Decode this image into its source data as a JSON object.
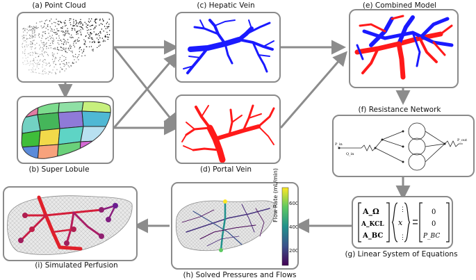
{
  "captions": {
    "a": "(a) Point Cloud",
    "b": "(b) Super Lobule",
    "c": "(c) Hepatic Vein",
    "d": "(d) Portal Vein",
    "e": "(e) Combined Model",
    "f": "(f) Resistance Network",
    "g": "(g) Linear System of Equations",
    "h": "(h) Solved Pressures and Flows",
    "i": "(i) Simulated Perfusion"
  },
  "colorbar": {
    "label": "Flow Rate (mL/min)",
    "ticks": [
      "600",
      "400",
      "200"
    ]
  },
  "network": {
    "p_in": "P_in",
    "p_out": "P_out",
    "q_in": "Q_in"
  },
  "equation": {
    "lhs": [
      "A_Ω",
      "A_KCL",
      "A_BC"
    ],
    "x": "x",
    "rhs": [
      "0",
      "0",
      "P_BC"
    ]
  },
  "colors": {
    "hepatic": "#1a1aff",
    "portal": "#ff1a1a",
    "arrow": "#8c8c8c",
    "frame": "#8a8a8a"
  }
}
